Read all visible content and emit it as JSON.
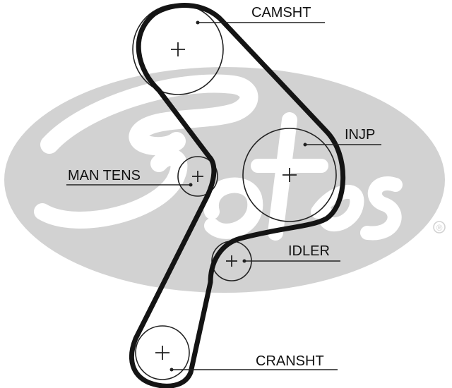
{
  "watermark": {
    "brand": "Gates",
    "mark": "®",
    "ellipse_color": "#d2d2d2",
    "letter_color": "#ffffff"
  },
  "colors": {
    "belt": "#141414",
    "pulley": "#222222",
    "text": "#111111"
  },
  "labels": {
    "camshaft": "CAMSHT",
    "injection_pump": "INJP",
    "manual_tensioner": "MAN TENS",
    "idler": "IDLER",
    "crankshaft": "CRANSHT"
  }
}
